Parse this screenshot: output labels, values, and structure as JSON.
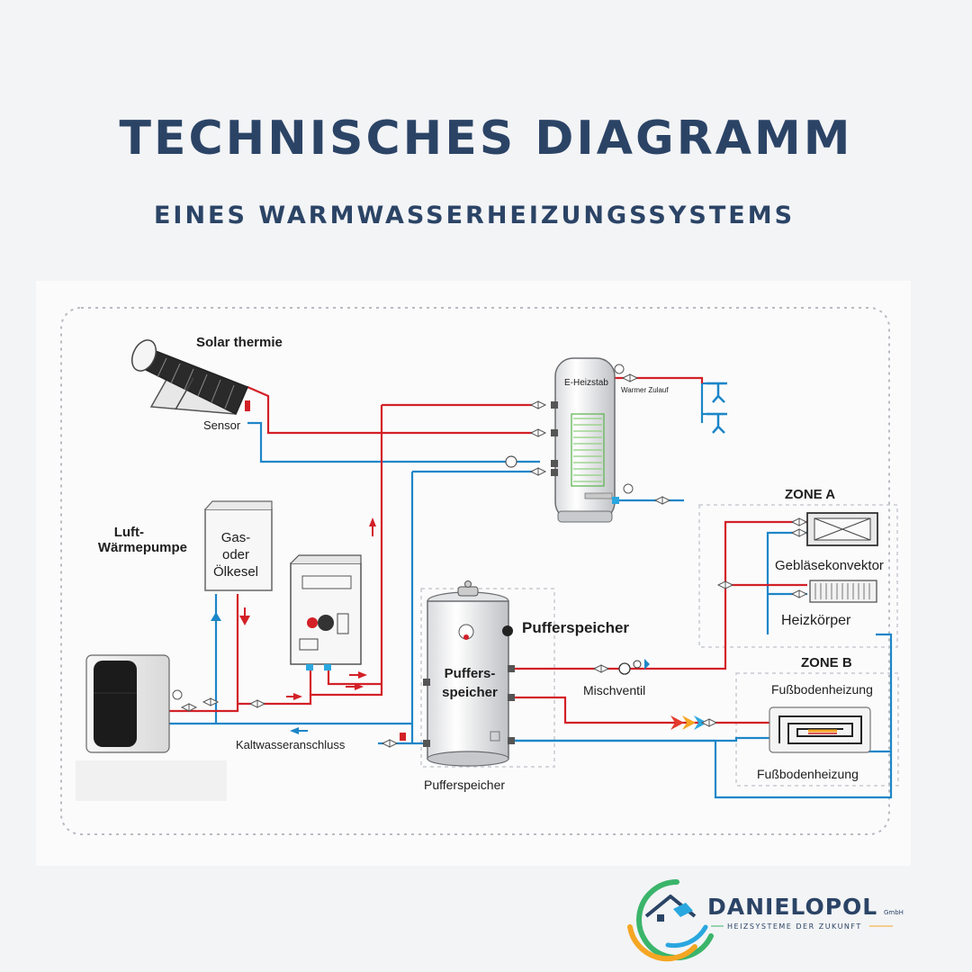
{
  "header": {
    "title": "TECHNISCHES DIAGRAMM",
    "subtitle": "EINES WARMWASSERHEIZUNGSSYSTEMS"
  },
  "labels": {
    "solar": "Solar thermie",
    "sensor": "Sensor",
    "heat_pump_1": "Luft-",
    "heat_pump_2": "Wärmepumpe",
    "boiler_1": "Gas-",
    "boiler_2": "oder",
    "boiler_3": "Ölkesel",
    "e_heater": "E-Heizstab",
    "warm_supply": "Warmer Zulauf",
    "zone_a": "ZONE A",
    "fan_convector": "Gebläsekonvektor",
    "radiator": "Heizkörper",
    "zone_b": "ZONE B",
    "underfloor_top": "Fußbodenheizung",
    "underfloor_bottom": "Fußbodenheizung",
    "buffer_side": "Pufferspeicher",
    "buffer_tank_1": "Puffers-",
    "buffer_tank_2": "speicher",
    "buffer_bottom": "Pufferspeicher",
    "mixing_valve": "Mischventil",
    "cold_water": "Kaltwasseranschluss"
  },
  "logo": {
    "name": "DANIELOPOL",
    "suffix": "GmbH",
    "tagline": "HEIZSYSTEME DER ZUKUNFT"
  },
  "colors": {
    "hot": "#d32027",
    "cold": "#1d86c8",
    "title": "#2b4466"
  }
}
